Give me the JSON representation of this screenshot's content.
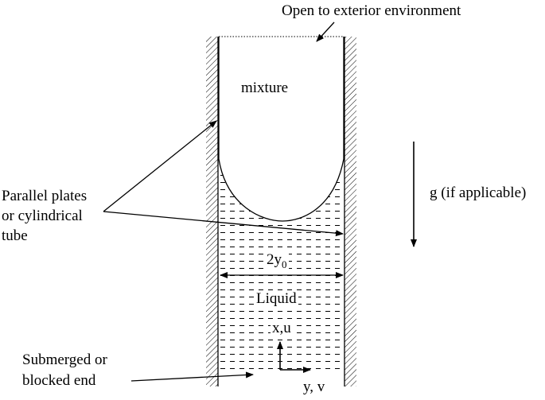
{
  "labels": {
    "open_to_exterior": "Open to exterior environment",
    "mixture": "mixture",
    "parallel_plates_1": "Parallel plates",
    "parallel_plates_2": "or cylindrical",
    "parallel_plates_3": "tube",
    "gravity": "g (if applicable)",
    "width": "2y",
    "width_sub": "0",
    "liquid": "Liquid",
    "xu": "x,u",
    "submerged_1": "Submerged or",
    "submerged_2": "blocked end",
    "yv": "y, v"
  },
  "colors": {
    "ink": "#000000",
    "paper": "#ffffff"
  }
}
